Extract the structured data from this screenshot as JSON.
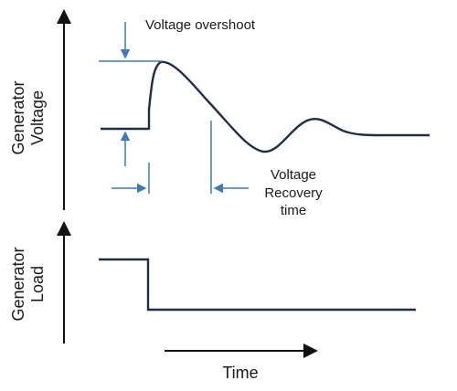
{
  "labels": {
    "y_upper_line1": "Generator",
    "y_upper_line2": "Voltage",
    "y_lower_line1": "Generator",
    "y_lower_line2": "Load",
    "overshoot": "Voltage overshoot",
    "recovery_line1": "Voltage",
    "recovery_line2": "Recovery",
    "recovery_line3": "time",
    "x_axis": "Time"
  },
  "colors": {
    "curve": "#1f2d4a",
    "annotation": "#3d7ab8",
    "axis": "#111111"
  }
}
